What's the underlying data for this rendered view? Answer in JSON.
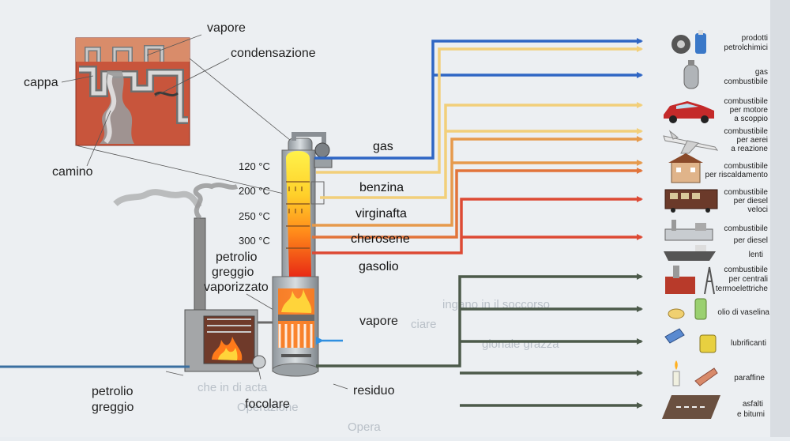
{
  "inset": {
    "vapore": "vapore",
    "condensazione": "condensazione",
    "cappa": "cappa",
    "camino": "camino"
  },
  "temperatures": [
    "120 °C",
    "200 °C",
    "250 °C",
    "300 °C"
  ],
  "fractions": [
    "gas",
    "benzina",
    "virginafta",
    "cherosene",
    "gasolio"
  ],
  "plant": {
    "petrolio_vaporizzato": [
      "petrolio",
      "greggio",
      "vaporizzato"
    ],
    "vapore": "vapore",
    "residuo": "residuo",
    "focolare": "focolare",
    "petrolio_greggio": [
      "petrolio",
      "greggio"
    ]
  },
  "products": [
    [
      "prodotti",
      "petrolchimici"
    ],
    [
      "gas",
      "combustibile"
    ],
    [
      "combustibile",
      "per motore",
      "a scoppio"
    ],
    [
      "combustibile",
      "per aerei",
      "a reazione"
    ],
    [
      "combustibile",
      "per riscaldamento"
    ],
    [
      "combustibile",
      "per diesel",
      "veloci"
    ],
    [
      "combustibile",
      "per diesel"
    ],
    [
      "lenti"
    ],
    [
      "combustibile",
      "per centrali",
      "termoelettriche"
    ],
    [
      "olio di vaselina"
    ],
    [
      "lubrificanti"
    ],
    [
      "paraffine"
    ],
    [
      "asfalti",
      "e bitumi"
    ]
  ],
  "icons": [
    "tire-and-bottle-icon",
    "gas-cylinder-icon",
    "car-icon",
    "airplane-icon",
    "house-icon",
    "train-icon",
    "industrial-plant-icon",
    "ship-icon",
    "power-plant-icon",
    "vaseline-jar-icon",
    "lubricant-can-icon",
    "candle-icon",
    "asphalt-road-icon"
  ],
  "colors": {
    "gas": "#2f66c4",
    "benzina": "#f2cf7a",
    "virginafta": "#e69a4c",
    "cherosene": "#e2743a",
    "gasolio": "#dd4a34",
    "residuo": "#4c5a4a"
  },
  "background_text": [
    "ingano in il soccorso",
    "ciare",
    "gionale grazza",
    "che in di acta",
    "Operazione",
    "Opera"
  ]
}
